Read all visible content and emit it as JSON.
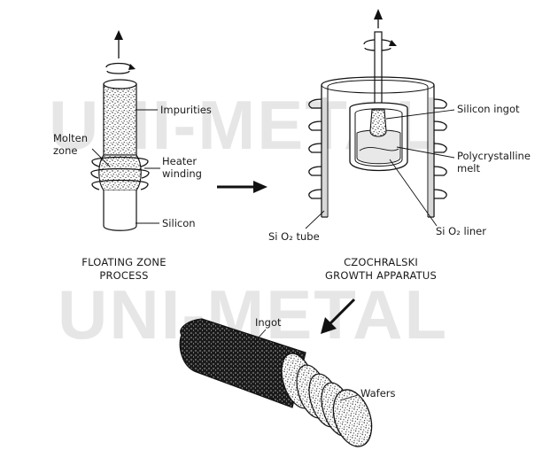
{
  "watermark": "UNI-METAL",
  "floating_zone": {
    "labels": {
      "impurities": "Impurities",
      "molten_line1": "Molten",
      "molten_line2": "zone",
      "heater_line1": "Heater",
      "heater_line2": "winding",
      "silicon": "Silicon"
    },
    "caption_line1": "FLOATING ZONE",
    "caption_line2": "PROCESS"
  },
  "czochralski": {
    "labels": {
      "silicon_ingot": "Silicon ingot",
      "poly_line1": "Polycrystalline",
      "poly_line2": "melt",
      "sio2_tube": "Si O₂ tube",
      "sio2_liner": "Si O₂ liner"
    },
    "caption_line1": "CZOCHRALSKI",
    "caption_line2": "GROWTH APPARATUS"
  },
  "ingot": {
    "labels": {
      "ingot": "Ingot",
      "wafers": "Wafers"
    }
  }
}
